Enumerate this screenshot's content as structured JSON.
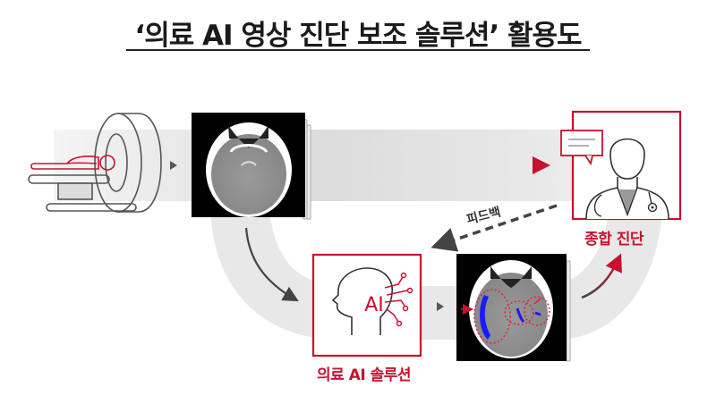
{
  "title": "‘의료 AI 영상 진단 보조 솔루션’ 활용도",
  "nodes": {
    "ct_scanner": {
      "icon": "ct-scanner-icon"
    },
    "ct_image": {
      "icon": "brain-ct-scan-image"
    },
    "ai_solution": {
      "label": "의료 AI 솔루션",
      "icon": "ai-head-icon",
      "icon_text": "AI"
    },
    "annotated_image": {
      "icon": "annotated-brain-ct-image"
    },
    "diagnosis": {
      "label": "종합 진단",
      "icon": "doctor-icon"
    }
  },
  "edges": {
    "feedback_label": "피드백"
  },
  "colors": {
    "accent_red": "#c8102e",
    "dark_gray": "#333333",
    "band_gray": "#e6e6e6",
    "lesion_blue": "#1a1aff"
  }
}
